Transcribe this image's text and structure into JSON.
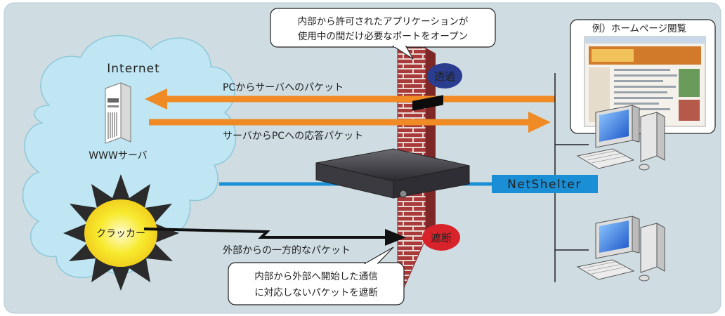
{
  "labels": {
    "internet": "Internet",
    "www_server": "WWWサーバ",
    "cracker": "クラッカー",
    "pc_to_server": "PCからサーバへのパケット",
    "server_to_pc": "サーバからPCへの応答パケット",
    "one_way": "外部からの一方的なパケット",
    "netshelter": "NetShelter",
    "pass_badge": "透過",
    "block_badge": "遮断",
    "example_title": "例）ホームページ閲覧",
    "callout_top_line1": "内部から許可されたアプリケーションが",
    "callout_top_line2": "使用中の間だけ必要なポートをオープン",
    "callout_bottom_line1": "内部から外部へ開始した通信",
    "callout_bottom_line2": "に対応しないパケットを遮断"
  },
  "colors": {
    "background": "#cfdde3",
    "cloud": "#bfe6f2",
    "arrow": "#f08a24",
    "netshelter_line": "#1a8fd6",
    "netshelter_label_bg": "#1a8fd6",
    "pass_badge": "#2a3d8f",
    "block_badge": "#d8232a",
    "firewall": "#a83a3a",
    "cracker_glow": "#f7ea2e"
  },
  "icons": {
    "server": "server-tower-icon",
    "pc": "desktop-pc-icon",
    "appliance": "netshelter-appliance-icon",
    "firewall": "brick-firewall-icon",
    "burst": "starburst-icon"
  }
}
